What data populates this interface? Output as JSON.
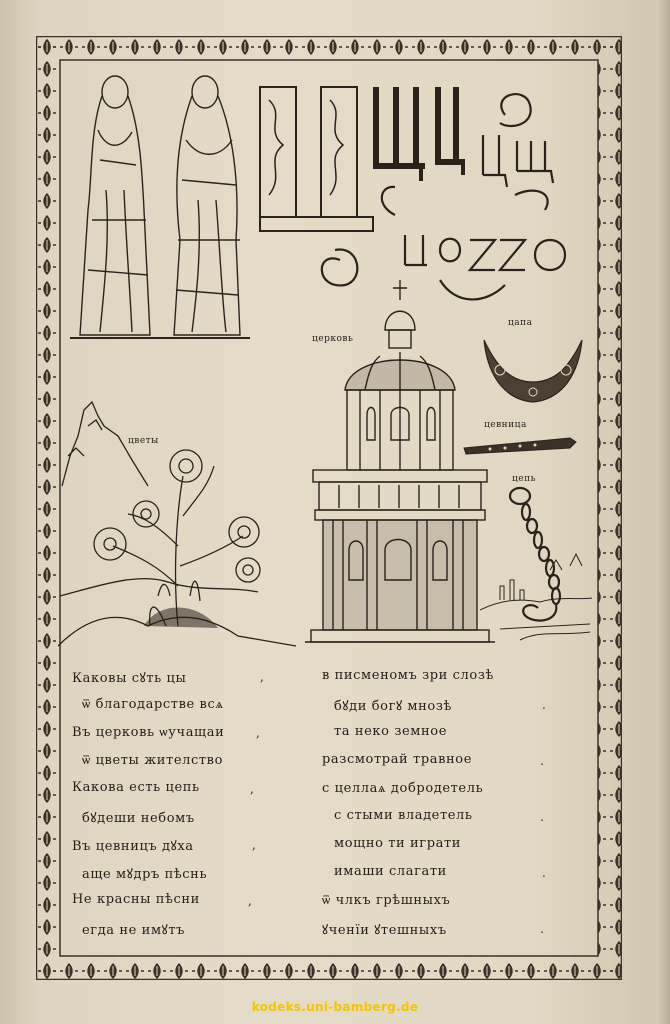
{
  "labels": {
    "church": "церковь",
    "bowl": "цапа",
    "flute": "цевница",
    "flowers": "цветы",
    "chain": "цепь"
  },
  "verses": {
    "left": [
      "Каковы сꙋть цы",
      "ѿ благодарстве всѧ",
      "Въ церковь ѡучащаи",
      "ѿ цветы жителство",
      "Какова есть цепь",
      "бꙋдеши небомъ",
      "Въ цевницъ дꙋха",
      "аще мꙋдръ пѣснь",
      "Не красны пѣсни",
      "егда не имꙋтъ"
    ],
    "right": [
      "в писменомъ зри слозѣ",
      "бꙋди богꙋ мнозѣ",
      "та неко земное",
      "разсмотрай травное",
      "с целлаѧ добродетель",
      "с стыми владетель",
      "мощно ти играти",
      "имаши слагати",
      "ѿ члкъ грѣшныхъ",
      "ꙋченїи ꙋтешныхъ"
    ]
  },
  "footer": {
    "source": "kodeks.uni-bamberg.de"
  },
  "colors": {
    "paper": "#e1d8c3",
    "ink": "#2a241c",
    "watermark": "#f5c400"
  }
}
